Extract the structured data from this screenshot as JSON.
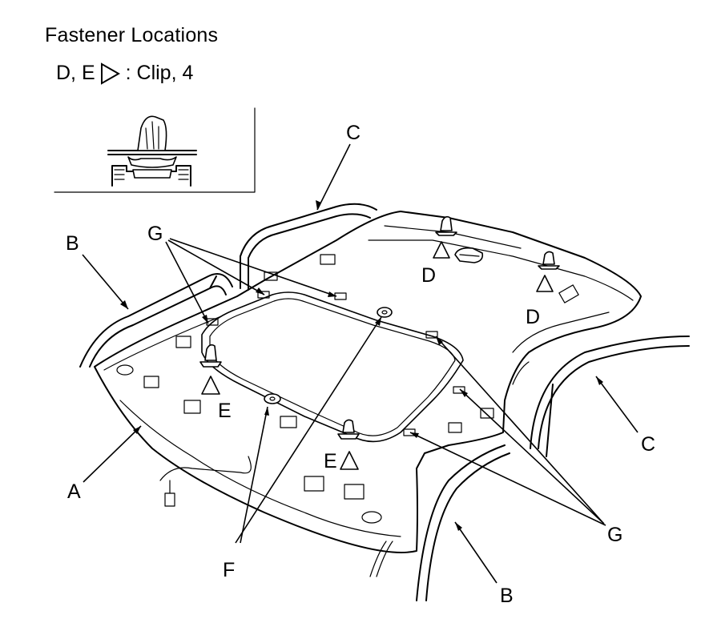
{
  "title": "Fastener Locations",
  "legend": {
    "prefix": "D, E",
    "suffix": ": Clip, 4",
    "icon": "triangle-outline-icon"
  },
  "labels": {
    "A": "A",
    "B": "B",
    "C": "C",
    "D": "D",
    "E": "E",
    "F": "F",
    "G": "G"
  }
}
